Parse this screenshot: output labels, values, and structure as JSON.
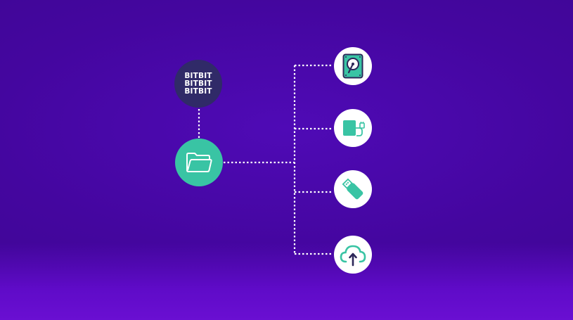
{
  "logo": {
    "lines": [
      "BITBIT",
      "BITBIT",
      "BITBIT"
    ]
  },
  "colors": {
    "background": "#4a08a8",
    "logo_circle": "#302a68",
    "folder_circle": "#39c4a4",
    "icon_teal": "#39c4a4",
    "icon_dark": "#2d2859",
    "connector": "#ffffff"
  },
  "nodes": [
    {
      "id": "source",
      "icon": "folder-icon"
    },
    {
      "id": "internal-drive",
      "icon": "hard-drive-icon"
    },
    {
      "id": "external-drive",
      "icon": "external-drive-icon"
    },
    {
      "id": "usb-stick",
      "icon": "usb-stick-icon"
    },
    {
      "id": "cloud",
      "icon": "cloud-upload-icon"
    }
  ]
}
